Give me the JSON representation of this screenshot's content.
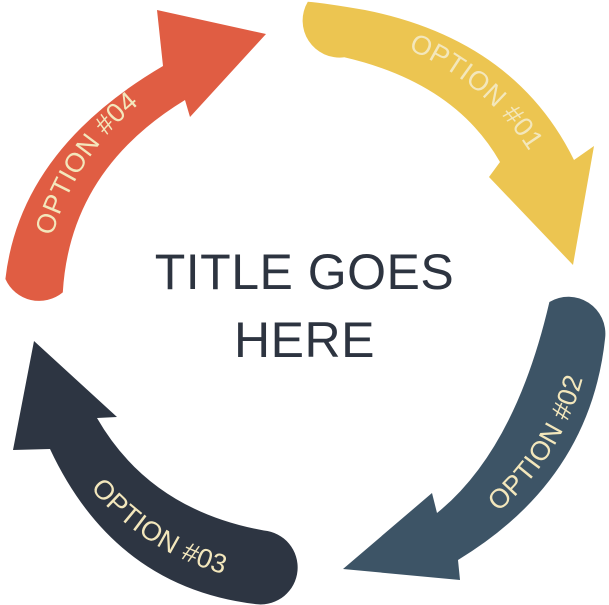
{
  "colors": {
    "option1": "#ecc551",
    "option2": "#3d5466",
    "option3": "#2d3542",
    "option4": "#e05d43",
    "label_text": "#f3e7bc",
    "title_text": "#2d3440"
  },
  "title": {
    "line1": "TITLE GOES",
    "line2": "HERE"
  },
  "options": [
    {
      "label": "OPTION #01"
    },
    {
      "label": "OPTION #02"
    },
    {
      "label": "OPTION #03"
    },
    {
      "label": "OPTION #04"
    }
  ]
}
